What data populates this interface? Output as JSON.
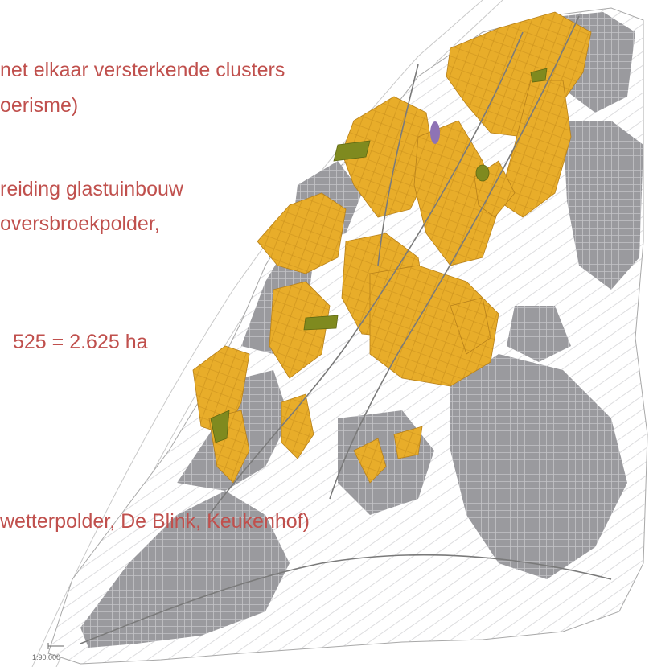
{
  "colors": {
    "text": "#c0504d",
    "greenhouse": "#e8ad2a",
    "urban": "#8f8f93",
    "green_zone": "#7f8a1f",
    "water": "#8e73b5",
    "line": "#bdbdbd",
    "road": "#7a7a7a"
  },
  "text_lines": [
    "net elkaar versterkende clusters",
    "oerisme)",
    "reiding glastuinbouw",
    "oversbroekpolder,",
    "525 = 2.625 ha",
    "wetterpolder, De Blink, Keukenhof)"
  ],
  "map": {
    "scale": "1:90.000"
  }
}
